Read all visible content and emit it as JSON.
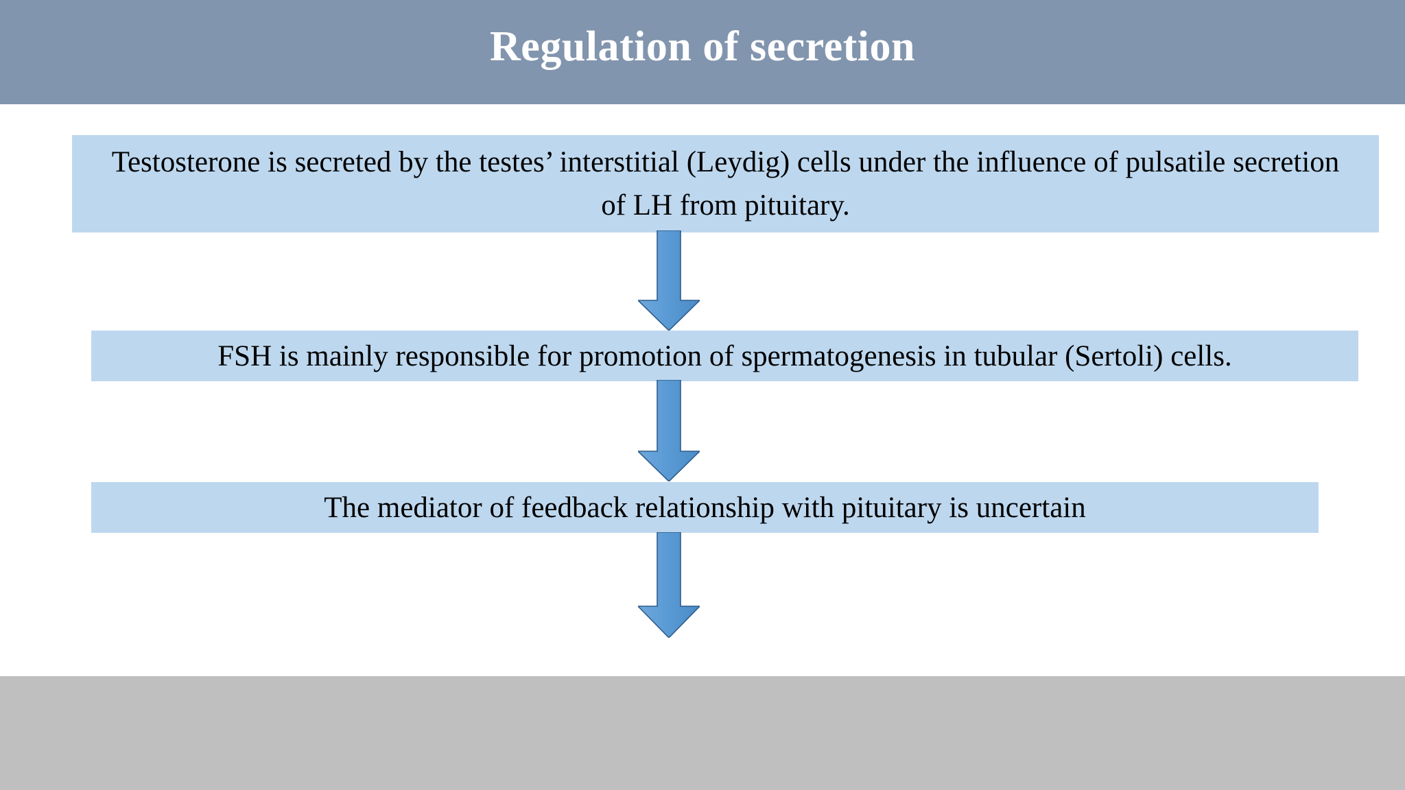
{
  "slide": {
    "title": "Regulation of secretion",
    "header_color": "#8295ae",
    "box_fill_color": "#bdd7ee",
    "arrow_fill_color": "#5b9bd5",
    "arrow_outline_color": "#2e5c8a",
    "footer_band_color": "#bfbfbf",
    "title_text_color": "#ffffff",
    "body_text_color": "#000000"
  },
  "flow": {
    "steps": [
      {
        "id": "step-1",
        "text": "Testosterone is secreted by the testes’ interstitial (Leydig) cells under the influence of pulsatile secretion of LH from pituitary."
      },
      {
        "id": "step-2",
        "text": "FSH is mainly responsible for promotion of spermatogenesis in tubular (Sertoli) cells."
      },
      {
        "id": "step-3",
        "text": "The mediator of feedback relationship with pituitary is uncertain"
      }
    ],
    "connectors": [
      {
        "id": "connector-1",
        "icon": "down-arrow-icon",
        "from": "step-1",
        "to": "step-2"
      },
      {
        "id": "connector-2",
        "icon": "down-arrow-icon",
        "from": "step-2",
        "to": "step-3"
      },
      {
        "id": "connector-3",
        "icon": "down-arrow-icon",
        "from": "step-3",
        "to": ""
      }
    ]
  }
}
